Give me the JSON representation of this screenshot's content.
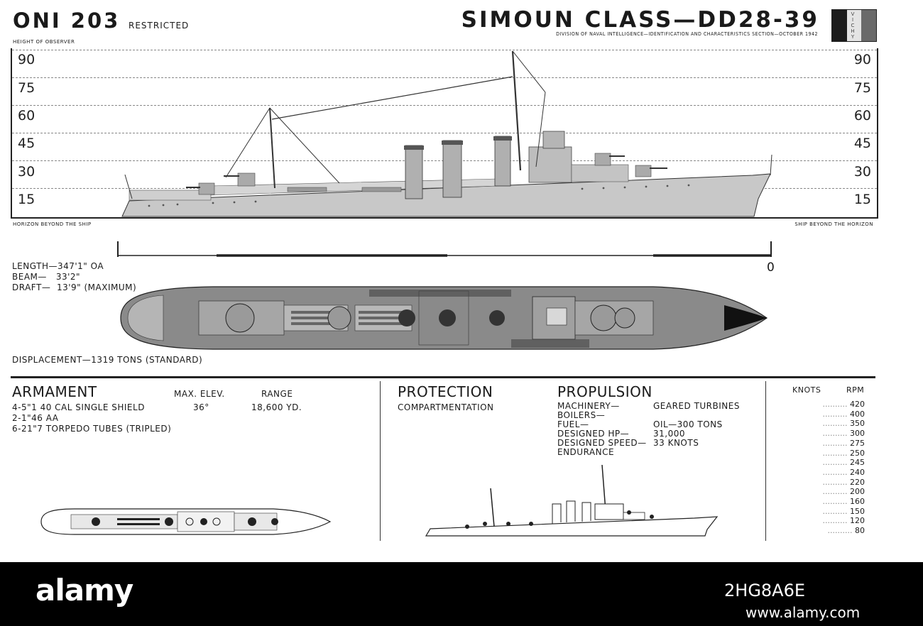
{
  "header": {
    "doc_id": "ONI 203",
    "restricted": "RESTRICTED",
    "class_title": "SIMOUN CLASS—DD28-39",
    "division": "DIVISION OF NAVAL INTELLIGENCE—IDENTIFICATION AND CHARACTERISTICS SECTION—OCTOBER 1942",
    "flag_label": "VICHY",
    "flag_colors": [
      "#1c1c1c",
      "#d9d9d9",
      "#6a6a6a"
    ]
  },
  "profile_chart": {
    "top_left_label": "HEIGHT OF OBSERVER",
    "bottom_left_label": "HORIZON BEYOND THE SHIP",
    "bottom_right_label": "SHIP BEYOND THE HORIZON",
    "ticks": [
      "90",
      "75",
      "60",
      "45",
      "30",
      "15"
    ]
  },
  "scale": {
    "zero_label": "0"
  },
  "dimensions": {
    "length": "LENGTH—347'1\" OA",
    "beam": "BEAM—   33'2\"",
    "draft": "DRAFT—  13'9\" (MAXIMUM)",
    "displacement": "DISPLACEMENT—1319 TONS (STANDARD)"
  },
  "armament": {
    "heading": "ARMAMENT",
    "col_elev": "MAX. ELEV.",
    "col_range": "RANGE",
    "rows": [
      {
        "weapon": "4-5\"1  40 CAL SINGLE SHIELD",
        "elev": "36°",
        "range": "18,600 YD."
      },
      {
        "weapon": "2-1\"46 AA",
        "elev": "",
        "range": ""
      },
      {
        "weapon": "6-21\"7 TORPEDO TUBES (TRIPLED)",
        "elev": "",
        "range": ""
      }
    ]
  },
  "protection": {
    "heading": "PROTECTION",
    "item": "COMPARTMENTATION"
  },
  "propulsion": {
    "heading": "PROPULSION",
    "rows": [
      {
        "label": "MACHINERY—",
        "value": "GEARED TURBINES"
      },
      {
        "label": "BOILERS—",
        "value": ""
      },
      {
        "label": "FUEL—",
        "value": "OIL—300 TONS"
      },
      {
        "label": "DESIGNED HP—",
        "value": "31,000"
      },
      {
        "label": "DESIGNED SPEED—",
        "value": "33 KNOTS"
      },
      {
        "label": "ENDURANCE",
        "value": ""
      }
    ]
  },
  "speed_table": {
    "col_knots": "KNOTS",
    "col_rpm": "RPM",
    "rpm_values": [
      "420",
      "400",
      "350",
      "300",
      "275",
      "250",
      "245",
      "240",
      "220",
      "200",
      "160",
      "150",
      "120",
      "80"
    ]
  },
  "watermark": {
    "brand": "alamy",
    "image_id": "2HG8A6E",
    "url": "www.alamy.com"
  }
}
